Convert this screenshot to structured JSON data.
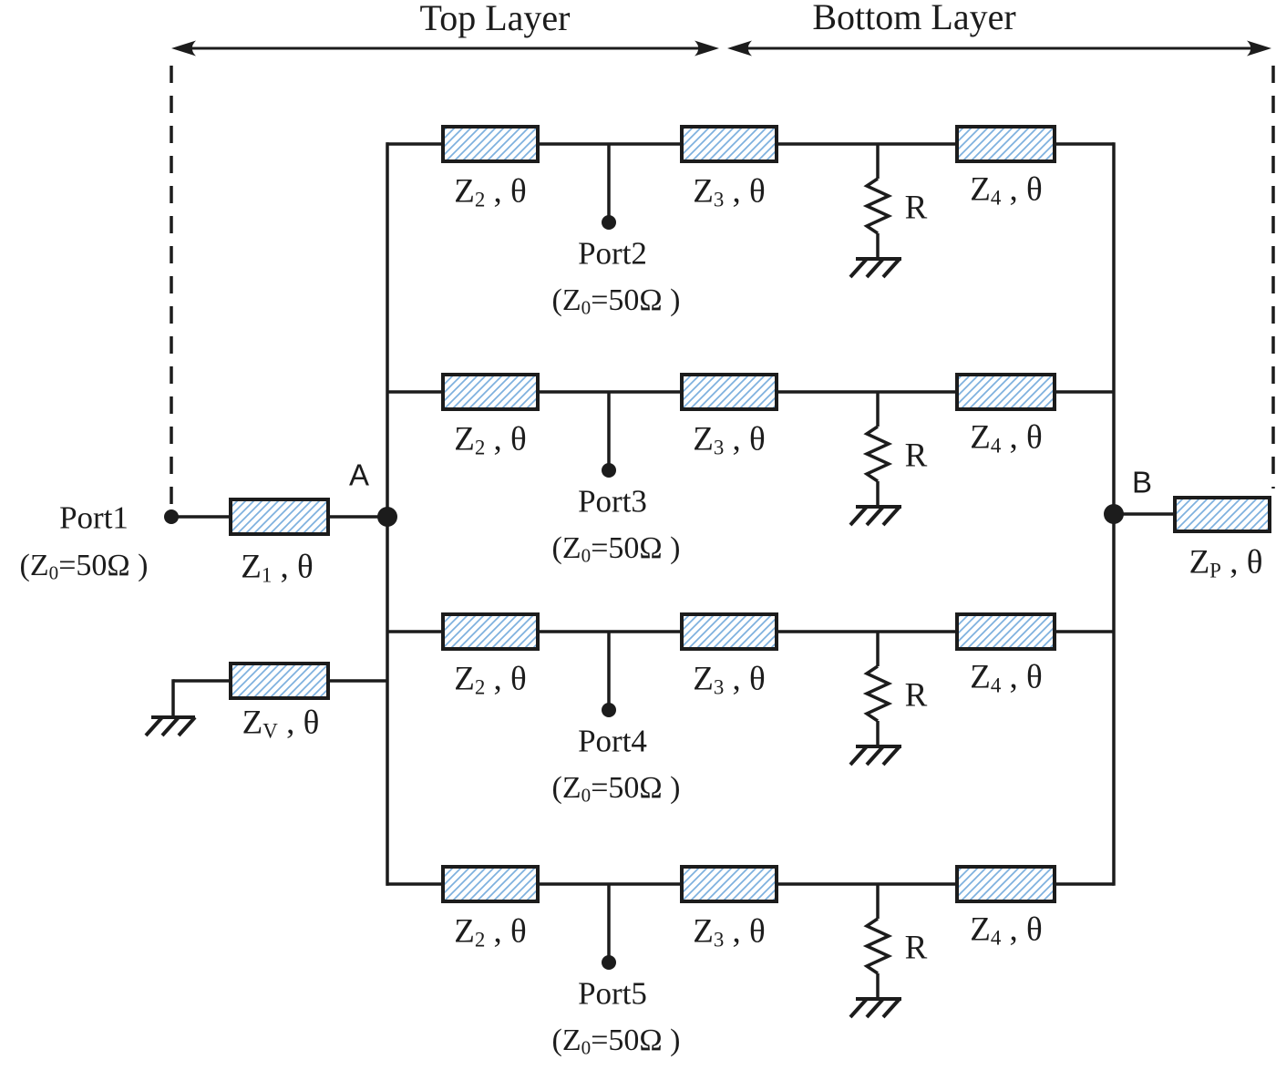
{
  "layer_labels": {
    "top": "Top Layer",
    "bottom": "Bottom Layer"
  },
  "nodes": {
    "a": "A",
    "b": "B"
  },
  "port1": {
    "name": "Port1",
    "z0_prefix": "(Z",
    "z0_sub": "0",
    "z0_suffix": "=50Ω )"
  },
  "elements": {
    "z1": {
      "base": "Z",
      "sub": "1",
      "suffix": " , θ"
    },
    "zv": {
      "base": "Z",
      "sub": "V",
      "suffix": " , θ"
    },
    "zp": {
      "base": "Z",
      "sub": "P",
      "suffix": " , θ"
    }
  },
  "rows": [
    {
      "port": {
        "name": "Port2",
        "z0_prefix": "(Z",
        "z0_sub": "0",
        "z0_suffix": "=50Ω )"
      },
      "z2": {
        "base": "Z",
        "sub": "2",
        "suffix": " , θ"
      },
      "z3": {
        "base": "Z",
        "sub": "3",
        "suffix": " , θ"
      },
      "z4": {
        "base": "Z",
        "sub": "4",
        "suffix": " , θ"
      },
      "resistor": "R"
    },
    {
      "port": {
        "name": "Port3",
        "z0_prefix": "(Z",
        "z0_sub": "0",
        "z0_suffix": "=50Ω )"
      },
      "z2": {
        "base": "Z",
        "sub": "2",
        "suffix": " , θ"
      },
      "z3": {
        "base": "Z",
        "sub": "3",
        "suffix": " , θ"
      },
      "z4": {
        "base": "Z",
        "sub": "4",
        "suffix": " , θ"
      },
      "resistor": "R"
    },
    {
      "port": {
        "name": "Port4",
        "z0_prefix": "(Z",
        "z0_sub": "0",
        "z0_suffix": "=50Ω )"
      },
      "z2": {
        "base": "Z",
        "sub": "2",
        "suffix": " , θ"
      },
      "z3": {
        "base": "Z",
        "sub": "3",
        "suffix": " , θ"
      },
      "z4": {
        "base": "Z",
        "sub": "4",
        "suffix": " , θ"
      },
      "resistor": "R"
    },
    {
      "port": {
        "name": "Port5",
        "z0_prefix": "(Z",
        "z0_sub": "0",
        "z0_suffix": "=50Ω )"
      },
      "z2": {
        "base": "Z",
        "sub": "2",
        "suffix": " , θ"
      },
      "z3": {
        "base": "Z",
        "sub": "3",
        "suffix": " , θ"
      },
      "z4": {
        "base": "Z",
        "sub": "4",
        "suffix": " , θ"
      },
      "resistor": "R"
    }
  ],
  "colors": {
    "line": "#1c1c1c",
    "hatch": "#7db0de",
    "bg": "#ffffff"
  }
}
